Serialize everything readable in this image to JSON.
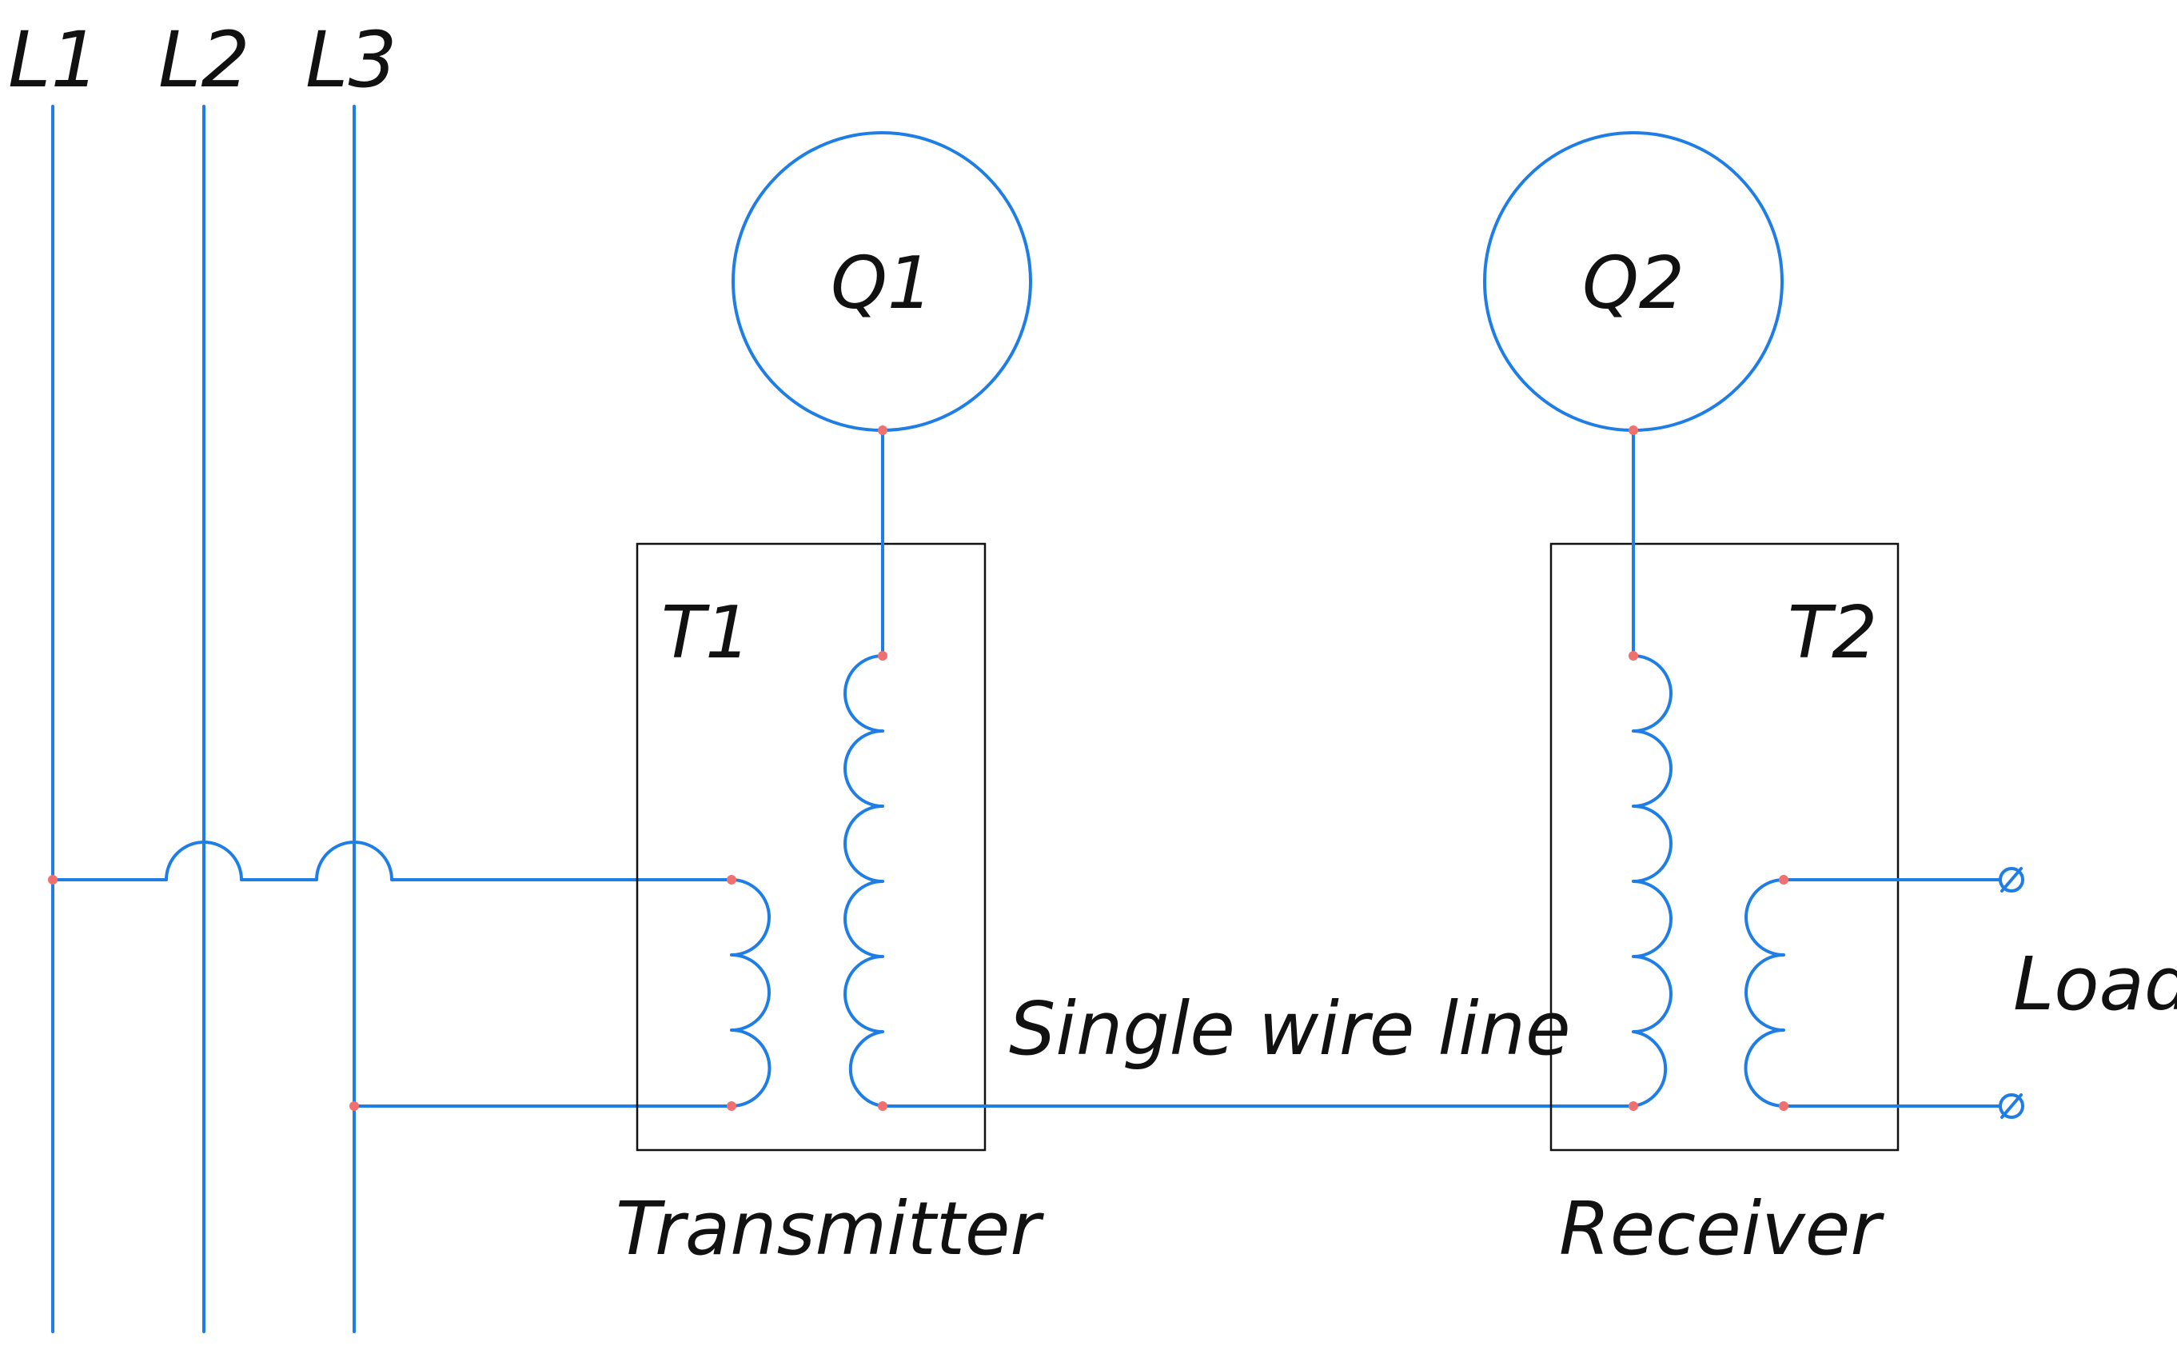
{
  "rails": [
    "L1",
    "L2",
    "L3"
  ],
  "generators": {
    "q1": "Q1",
    "q2": "Q2"
  },
  "transformers": {
    "t1": "T1",
    "t2": "T2"
  },
  "captions": {
    "transmitter": "Transmitter",
    "receiver": "Receiver",
    "line": "Single wire line",
    "load": "Load"
  },
  "colors": {
    "wire": "#1f7de6",
    "node": "#f07070",
    "outline": "#111111"
  }
}
